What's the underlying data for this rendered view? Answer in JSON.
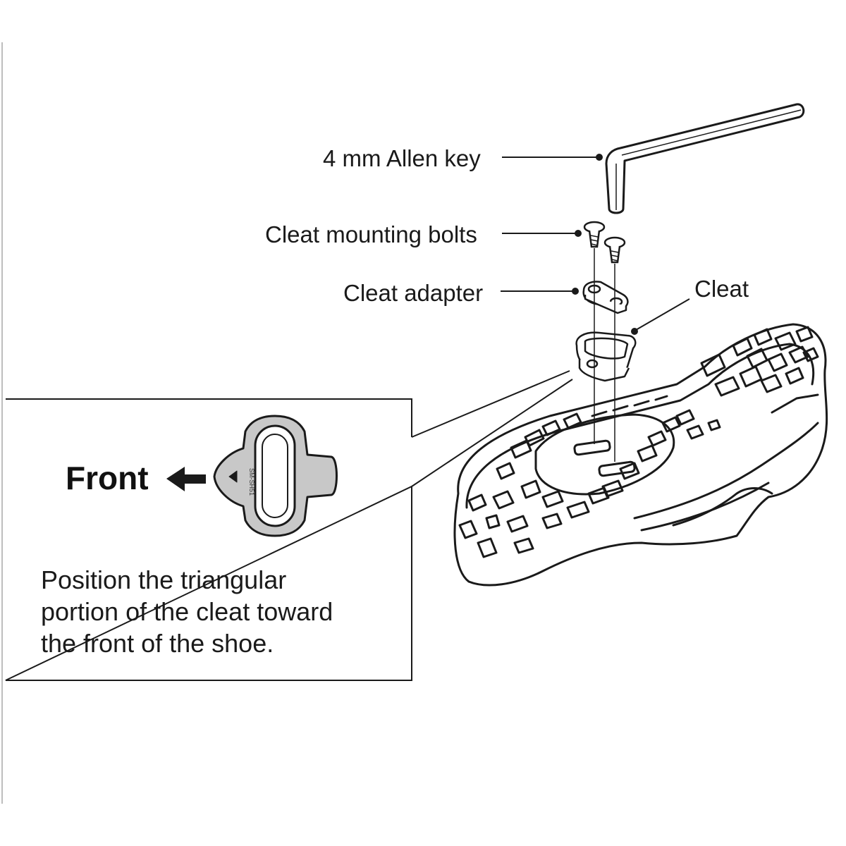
{
  "labels": {
    "allen_key": "4 mm Allen key",
    "mounting_bolts": "Cleat mounting bolts",
    "cleat_adapter": "Cleat adapter",
    "cleat": "Cleat"
  },
  "inset": {
    "front_label": "Front",
    "cleat_marking": "SM-SH51",
    "instruction_lines": [
      "Position the triangular",
      "portion of the cleat toward",
      "the front of the shoe."
    ]
  },
  "icons": {
    "arrow": "arrow-left-icon",
    "allen_key": "allen-key-icon",
    "bolt": "bolt-icon",
    "adapter": "cleat-adapter-icon",
    "cleat": "cleat-icon",
    "shoe": "shoe-sole-icon"
  }
}
